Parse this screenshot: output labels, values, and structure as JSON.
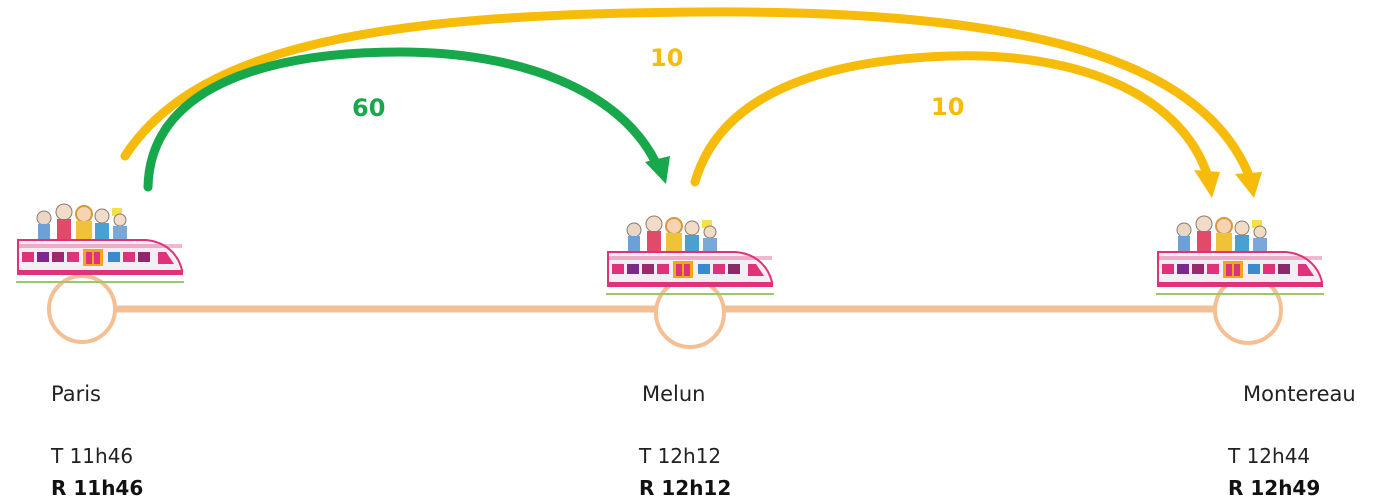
{
  "colors": {
    "line": "#f5bf94",
    "green": "#16a84a",
    "yellow": "#f7bb0a",
    "train_body": "#f3eef3",
    "train_accent": "#e0327a"
  },
  "stations": [
    {
      "name": "Paris",
      "theoretical": "T 11h46",
      "real": "R 11h46",
      "icon": "train-with-passengers-icon"
    },
    {
      "name": "Melun",
      "theoretical": "T 12h12",
      "real": "R 12h12",
      "icon": "train-with-passengers-icon"
    },
    {
      "name": "Montereau",
      "theoretical": "T 12h44",
      "real": "R 12h49",
      "icon": "train-with-passengers-icon"
    }
  ],
  "flows": [
    {
      "from": "Paris",
      "to": "Melun",
      "value": "60",
      "color": "green"
    },
    {
      "from": "Paris",
      "to": "Montereau",
      "value": "10",
      "color": "yellow"
    },
    {
      "from": "Melun",
      "to": "Montereau",
      "value": "10",
      "color": "yellow"
    }
  ]
}
